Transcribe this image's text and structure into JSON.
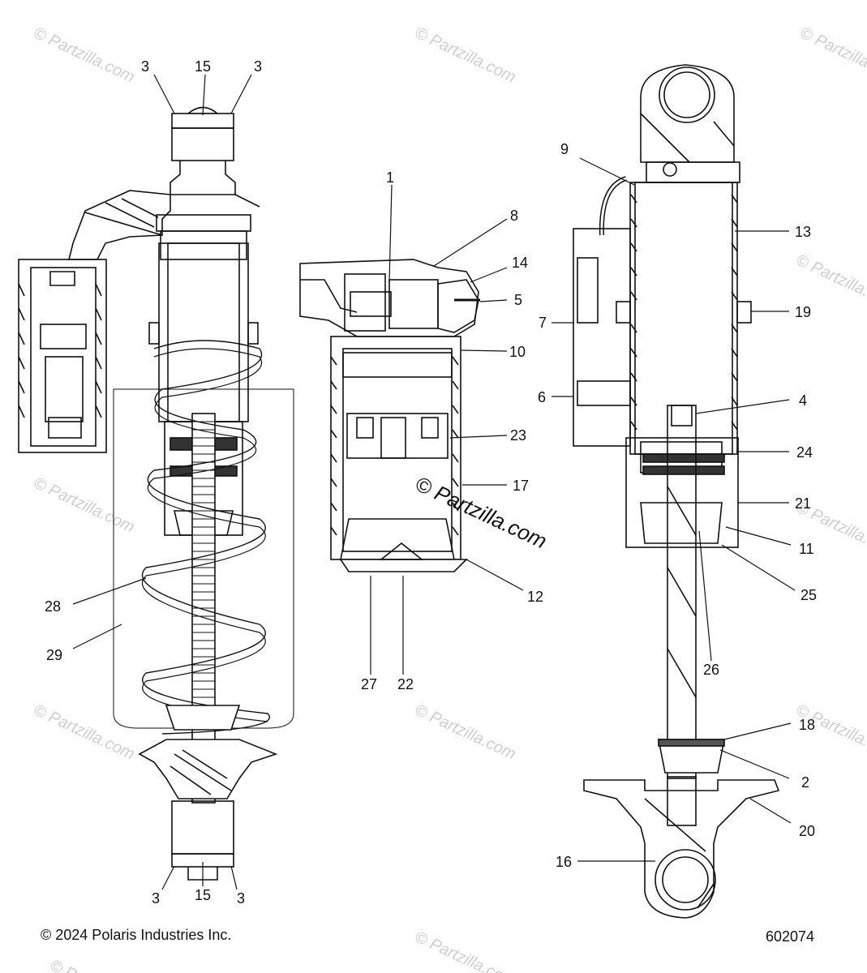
{
  "copyright": "© 2024 Polaris Industries Inc.",
  "diagram_id": "602074",
  "watermark": "© Partzilla.com",
  "callouts": [
    "3",
    "15",
    "3",
    "28",
    "29",
    "3",
    "15",
    "3",
    "1",
    "8",
    "14",
    "5",
    "10",
    "23",
    "17",
    "12",
    "27",
    "22",
    "9",
    "13",
    "7",
    "19",
    "6",
    "4",
    "24",
    "21",
    "11",
    "25",
    "26",
    "18",
    "2",
    "20",
    "16"
  ]
}
